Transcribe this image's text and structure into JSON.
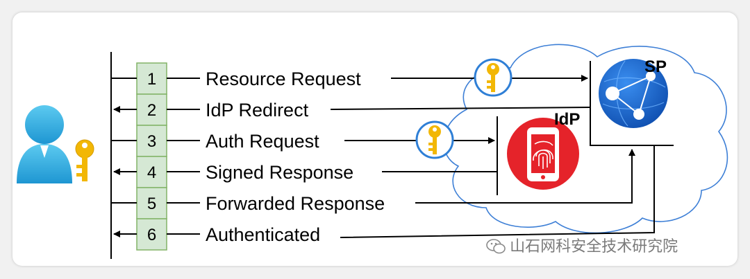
{
  "steps": [
    {
      "number": "1",
      "label": "Resource Request"
    },
    {
      "number": "2",
      "label": "IdP Redirect"
    },
    {
      "number": "3",
      "label": "Auth Request"
    },
    {
      "number": "4",
      "label": "Signed Response"
    },
    {
      "number": "5",
      "label": "Forwarded Response"
    },
    {
      "number": "6",
      "label": "Authenticated"
    }
  ],
  "sp": {
    "label": "SP"
  },
  "idp": {
    "label": "IdP"
  },
  "watermark": {
    "text": "山石网科安全技术研究院",
    "icon": "wechat-icon"
  },
  "colors": {
    "step_box_fill": "#d5e8d4",
    "step_box_stroke": "#82b366",
    "cloud_stroke": "#3d7fd6",
    "idp_red": "#e5232a",
    "sp_blue": "#1f6fd6",
    "key_gold": "#f2b705",
    "user_blue": "#3cb4e6"
  }
}
